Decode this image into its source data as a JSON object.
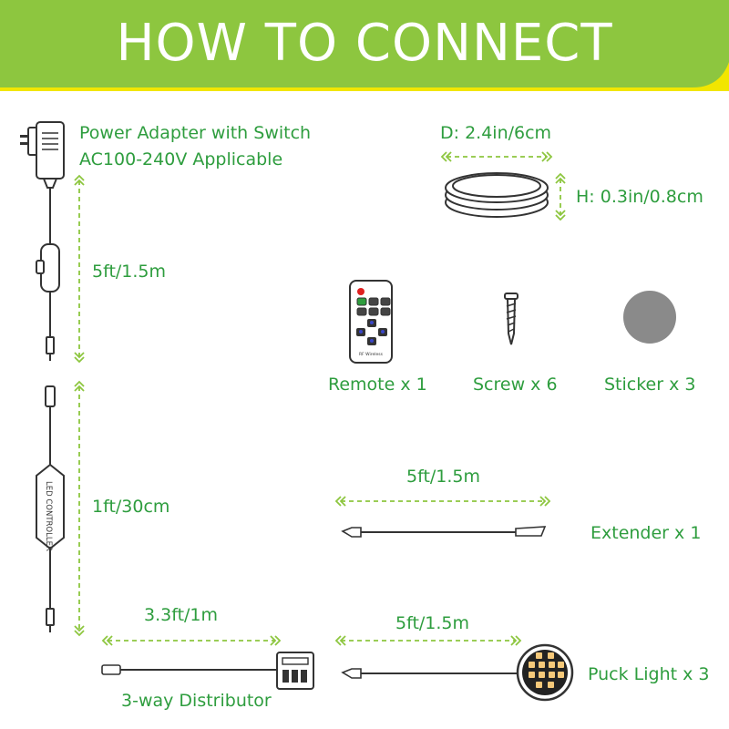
{
  "header": {
    "title": "HOW TO CONNECT"
  },
  "colors": {
    "accent_green": "#8dc63f",
    "label_green": "#2e9d3e",
    "banner_yellow": "#f2e600"
  },
  "adapter": {
    "label_line1": "Power Adapter with Switch",
    "label_line2": "AC100-240V Applicable",
    "cable_length": "5ft/1.5m"
  },
  "controller": {
    "cable_length": "1ft/30cm",
    "box_text": "LED CONTROLLER"
  },
  "puck": {
    "diameter": "D: 2.4in/6cm",
    "height": "H: 0.3in/0.8cm"
  },
  "accessories": [
    {
      "name": "Remote x 1",
      "icon": "remote-icon"
    },
    {
      "name": "Screw x 6",
      "icon": "screw-icon"
    },
    {
      "name": "Sticker x 3",
      "icon": "sticker-icon"
    }
  ],
  "remote": {
    "brand_text": "RF Wireless"
  },
  "extender": {
    "length": "5ft/1.5m",
    "label": "Extender x 1"
  },
  "distributor": {
    "length": "3.3ft/1m",
    "label": "3-way Distributor"
  },
  "puck_light": {
    "length": "5ft/1.5m",
    "label": "Puck Light x 3"
  }
}
